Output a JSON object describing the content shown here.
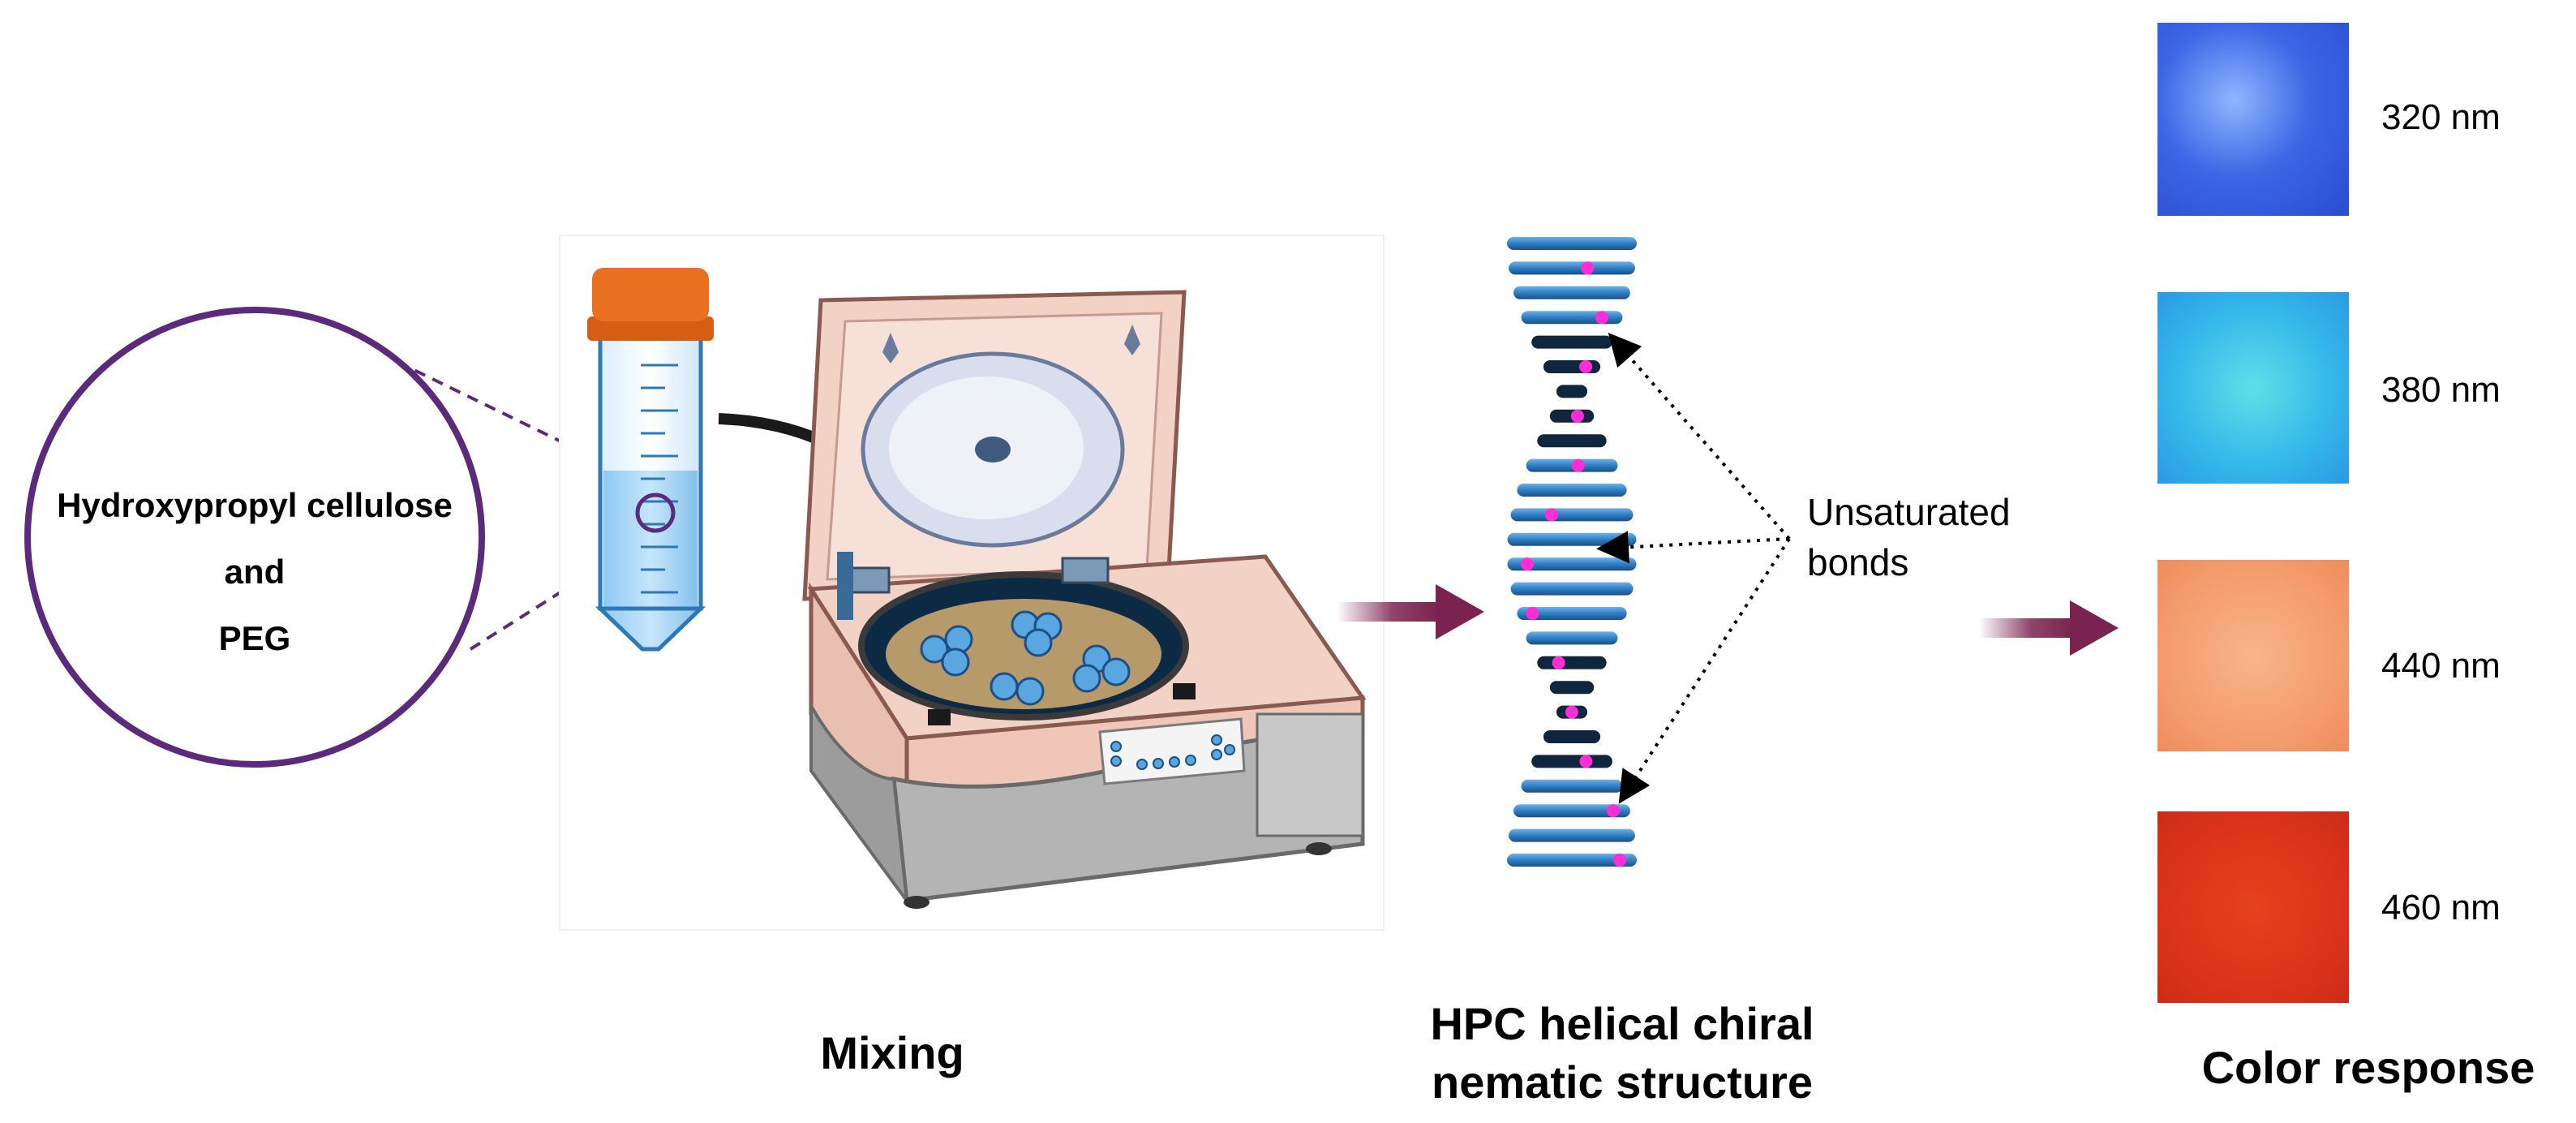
{
  "material": {
    "line1": "Hydroxypropyl cellulose",
    "line2": "and",
    "line3": "PEG"
  },
  "steps": {
    "mixing": "Mixing",
    "structure_line1": "HPC helical chiral",
    "structure_line2": "nematic structure",
    "color_response": "Color response"
  },
  "annotation": {
    "line1": "Unsaturated",
    "line2": "bonds"
  },
  "swatches": [
    {
      "label": "320 nm",
      "color": "#3b66e6"
    },
    {
      "label": "380 nm",
      "color": "#34b9ea"
    },
    {
      "label": "440 nm",
      "color": "#f49a6c"
    },
    {
      "label": "460 nm",
      "color": "#d9321a"
    }
  ],
  "colors": {
    "circle": "#5b2a7a",
    "arrow": "#7b2350",
    "tube_cap": "#e8701f",
    "centrifuge_body": "#f3d2c6",
    "centrifuge_base": "#b4b4b4",
    "rod": "#2e7fc4",
    "dot": "#ff2dd6"
  }
}
